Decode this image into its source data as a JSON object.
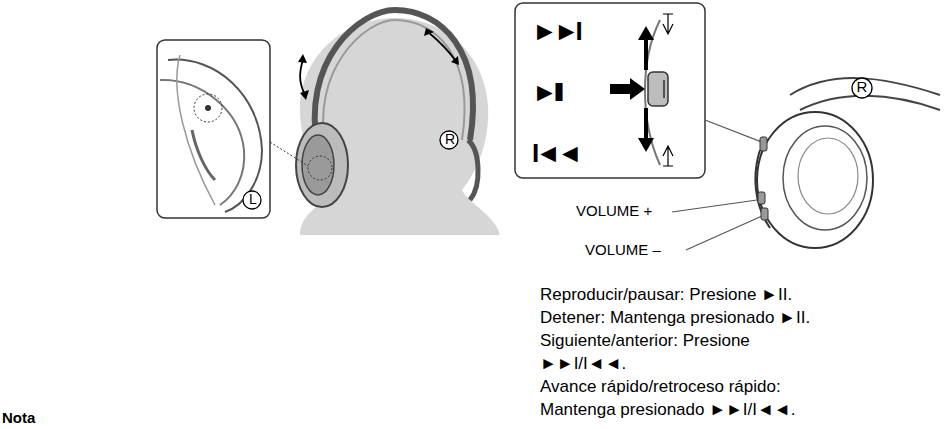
{
  "diagram": {
    "labels": [
      "L",
      "R",
      "►►I",
      "►II",
      "I◄◄",
      "R",
      "VOLUME +",
      "VOLUME –",
      "Reproducir/pausar: Presione ►II.",
      "Detener: Mantenga presionado ►II.",
      "Siguiente/anterior: Presione ►►I/I◄◄.",
      "Avance rápido/retroceso rápido: Mantenga presionado ►►I/I◄◄.",
      "Nota"
    ]
  }
}
